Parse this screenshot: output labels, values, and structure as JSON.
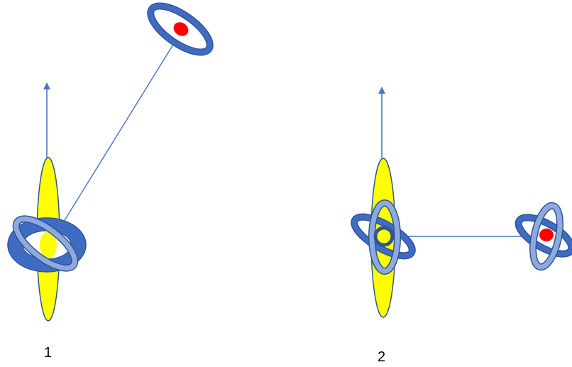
{
  "figure": {
    "panels": [
      {
        "id": "panel-1",
        "label": "1"
      },
      {
        "id": "panel-2",
        "label": "2"
      }
    ],
    "colors": {
      "arrow": "#4a74c4",
      "connector": "#4a74c4",
      "disk_fill": "#ffff00",
      "disk_stroke": "#2f5597",
      "ring_dark": "#3f6cc2",
      "ring_dark_stroke": "#2f5597",
      "ring_light": "#8eaadc",
      "ring_light_stroke": "#2f5597",
      "particle": "#ff0000"
    }
  }
}
